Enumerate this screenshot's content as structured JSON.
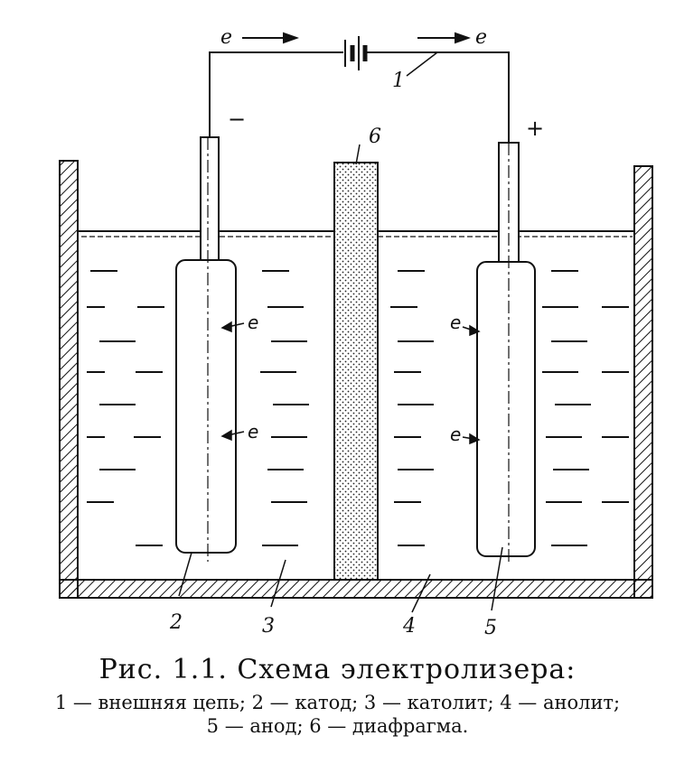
{
  "diagram": {
    "electron_flow_left": "e",
    "electron_flow_right": "e",
    "minus_sign": "−",
    "plus_sign": "+",
    "electron_symbol": "e",
    "labels": {
      "external_circuit": "1",
      "cathode": "2",
      "catholyte": "3",
      "anolyte": "4",
      "anode": "5",
      "diaphragm": "6"
    },
    "colors": {
      "ink": "#111111",
      "background": "#ffffff"
    }
  },
  "caption": {
    "title": "Рис. 1.1. Схема электролизера:",
    "legend": "1 — внешняя цепь; 2 — катод; 3 — католит; 4 — анолит; 5 — анод; 6 — диафрагма."
  }
}
